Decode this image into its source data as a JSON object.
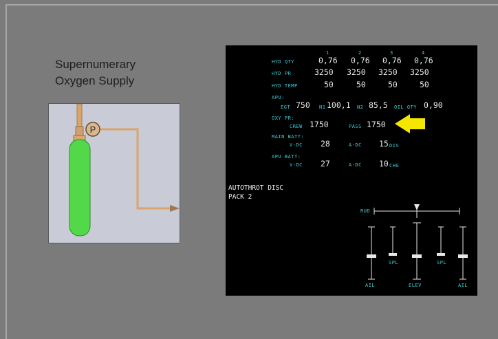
{
  "panel_title": {
    "line1": "Supernumerary",
    "line2": "Oxygen Supply"
  },
  "diagram": {
    "pressure_symbol": "P",
    "colors": {
      "bottle": "#53d84a",
      "pipe": "#d9a56a",
      "background": "#c9ccd6"
    }
  },
  "ecam": {
    "engine_numbers": [
      "1",
      "2",
      "3",
      "4"
    ],
    "hyd_qty": {
      "label": "HYD QTY",
      "values": [
        "0,76",
        "0,76",
        "0,76",
        "0,76"
      ]
    },
    "hyd_pr": {
      "label": "HYD PR",
      "values": [
        "3250",
        "3250",
        "3250",
        "3250"
      ]
    },
    "hyd_temp": {
      "label": "HYD TEMP",
      "values": [
        "50",
        "50",
        "50",
        "50"
      ]
    },
    "apu": {
      "label": "APU:",
      "egt_label": "EGT",
      "egt_value": "750",
      "n1_label": "N1",
      "n1_value": "100,1",
      "n2_label": "N2",
      "n2_value": "85,5",
      "oil_label": "OIL QTY",
      "oil_value": "0,90"
    },
    "oxy": {
      "label": "OXY PR:",
      "crew_label": "CREW",
      "crew_value": "1750",
      "pass_label": "PASS",
      "pass_value": "1750"
    },
    "main_batt": {
      "label": "MAIN BATT:",
      "vdc1_label": "V-DC",
      "vdc1_value": "28",
      "adc_label": "A-DC",
      "adc_value": "15",
      "adc_suffix": "DIS"
    },
    "apu_batt": {
      "label": "APU BATT:",
      "vdc1_label": "V-DC",
      "vdc1_value": "27",
      "adc_label": "A-DC",
      "adc_value": "10",
      "adc_suffix": "CHG"
    },
    "messages": [
      "AUTOTHROT DISC",
      "PACK 2"
    ],
    "controls": {
      "rud_label": "RUD",
      "spl_left": "SPL",
      "spl_right": "SPL",
      "ail_left": "AIL",
      "elev": "ELEV",
      "ail_right": "AIL"
    },
    "colors": {
      "cyan": "#3fd0d8",
      "white": "#e8e8e8",
      "arrow": "#f5e600"
    }
  }
}
